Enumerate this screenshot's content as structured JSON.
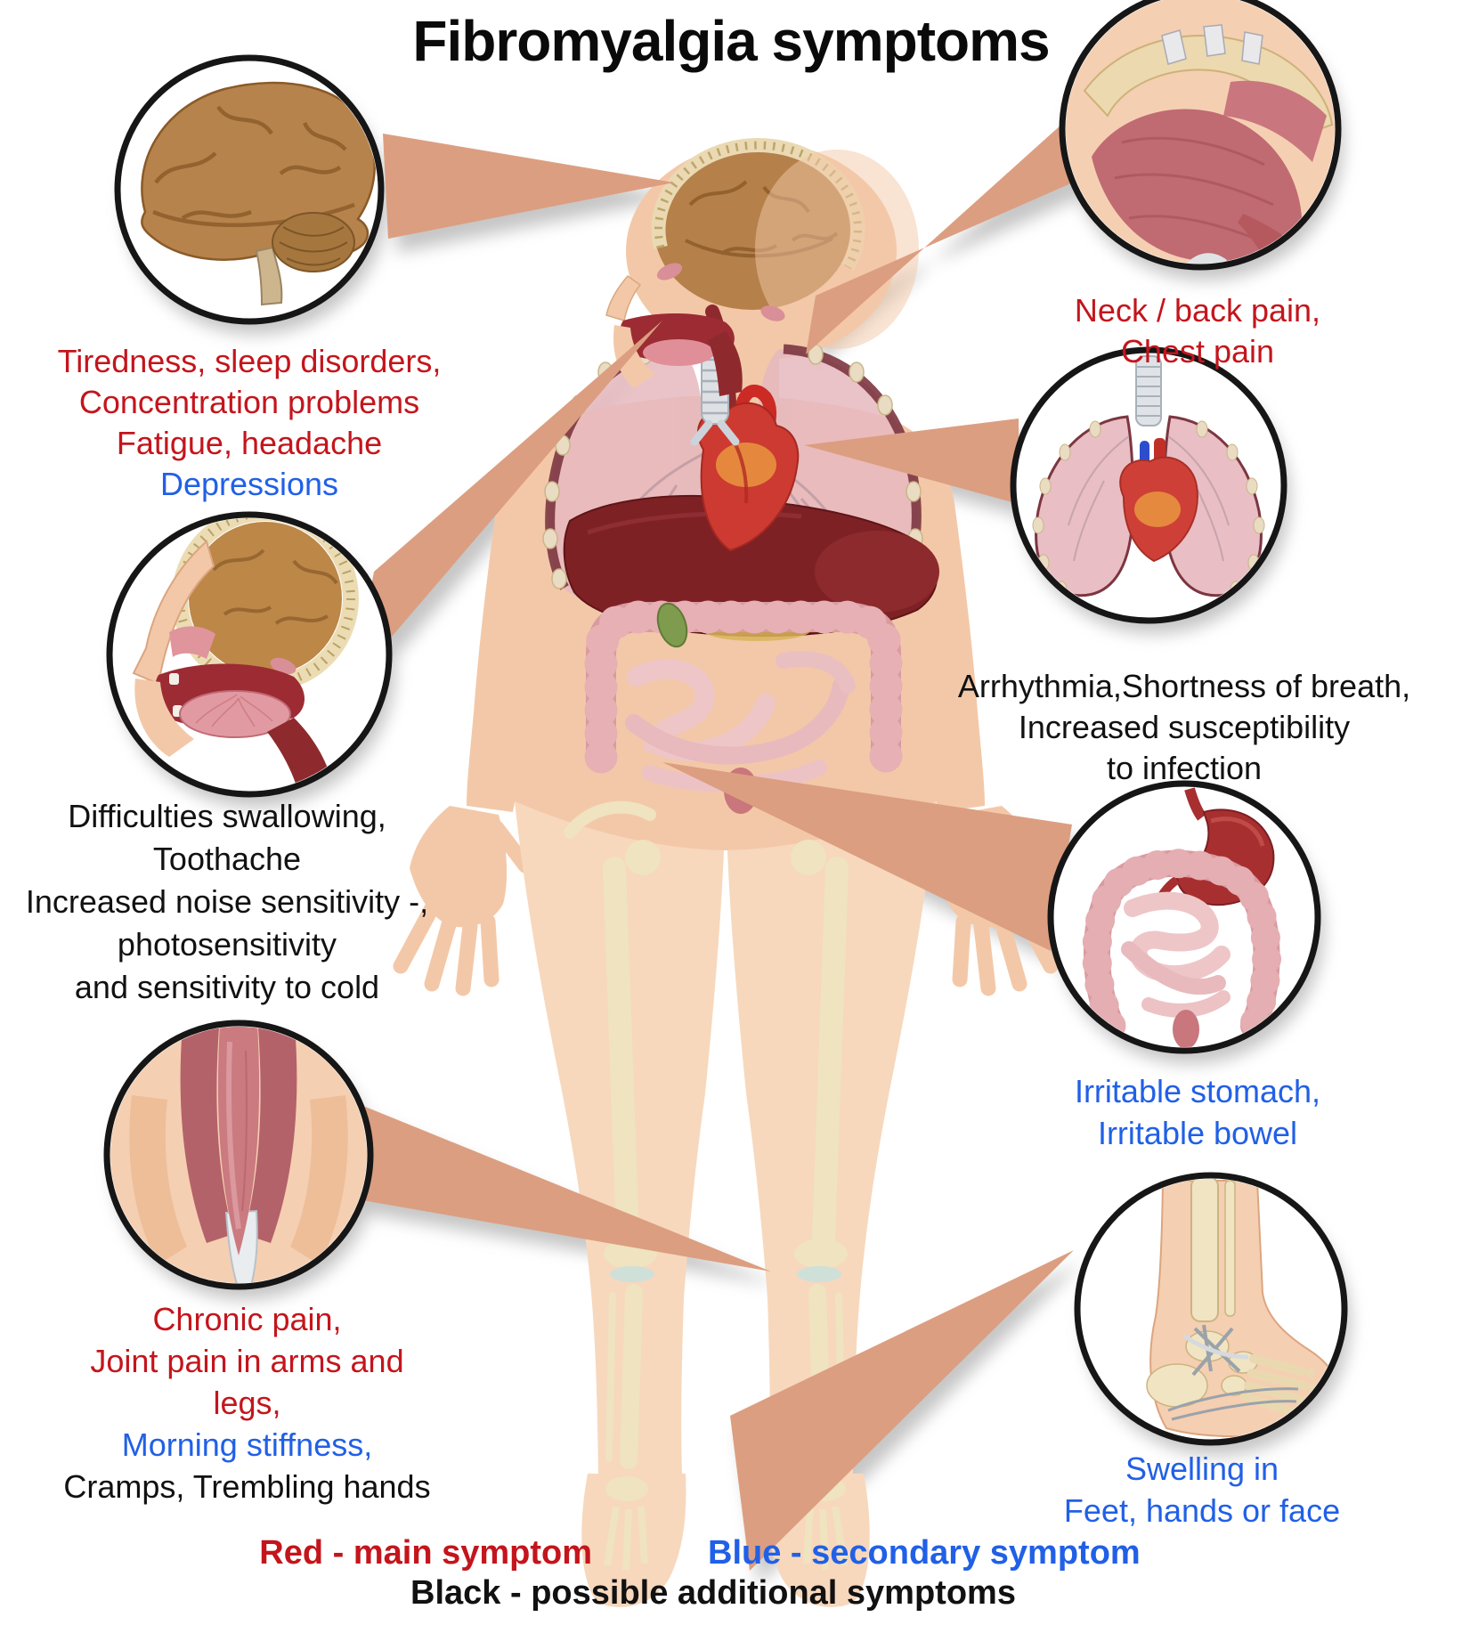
{
  "title": "Fibromyalgia symptoms",
  "colors": {
    "main_symptom": "#c4151c",
    "secondary_symptom": "#2160e6",
    "additional_symptom": "#111111",
    "skin": "#f3c8a8",
    "connector": "#dc9e80"
  },
  "callouts": [
    {
      "illustration": "brain-illustration",
      "lines": [
        {
          "text": "Tiredness, sleep disorders,",
          "type": "main"
        },
        {
          "text": "Concentration problems",
          "type": "main"
        },
        {
          "text": "Fatigue, headache",
          "type": "main"
        },
        {
          "text": "Depressions",
          "type": "secondary"
        }
      ]
    },
    {
      "illustration": "head-cross-section-illustration",
      "lines": [
        {
          "text": "Difficulties swallowing,",
          "type": "additional"
        },
        {
          "text": "Toothache",
          "type": "additional"
        },
        {
          "text": "Increased noise sensitivity -,",
          "type": "additional"
        },
        {
          "text": "photosensitivity",
          "type": "additional"
        },
        {
          "text": "and sensitivity to cold",
          "type": "additional"
        }
      ]
    },
    {
      "illustration": "muscle-tendon-illustration",
      "lines": [
        {
          "text": "Chronic pain,",
          "type": "main"
        },
        {
          "text": "Joint pain in arms and",
          "type": "main"
        },
        {
          "text": "legs,",
          "type": "main"
        },
        {
          "text": "Morning stiffness,",
          "type": "secondary"
        },
        {
          "text": "Cramps, Trembling hands",
          "type": "additional"
        }
      ]
    },
    {
      "illustration": "shoulder-joint-illustration",
      "lines": [
        {
          "text": "Neck / back pain,",
          "type": "main"
        },
        {
          "text": "Chest pain",
          "type": "main"
        }
      ]
    },
    {
      "illustration": "heart-lungs-illustration",
      "lines": [
        {
          "text": "Arrhythmia,Shortness of breath,",
          "type": "additional"
        },
        {
          "text": "Increased susceptibility",
          "type": "additional"
        },
        {
          "text": "to infection",
          "type": "additional"
        }
      ]
    },
    {
      "illustration": "stomach-bowel-illustration",
      "lines": [
        {
          "text": "Irritable stomach,",
          "type": "secondary"
        },
        {
          "text": "Irritable bowel",
          "type": "secondary"
        }
      ]
    },
    {
      "illustration": "ankle-foot-illustration",
      "lines": [
        {
          "text": "Swelling in",
          "type": "secondary"
        },
        {
          "text": "Feet, hands or face",
          "type": "secondary"
        }
      ]
    }
  ],
  "legend": [
    {
      "text": "Red - main symptom",
      "type": "main"
    },
    {
      "text": "Blue - secondary symptom",
      "type": "secondary"
    },
    {
      "text": "Black - possible additional symptoms",
      "type": "additional"
    }
  ]
}
